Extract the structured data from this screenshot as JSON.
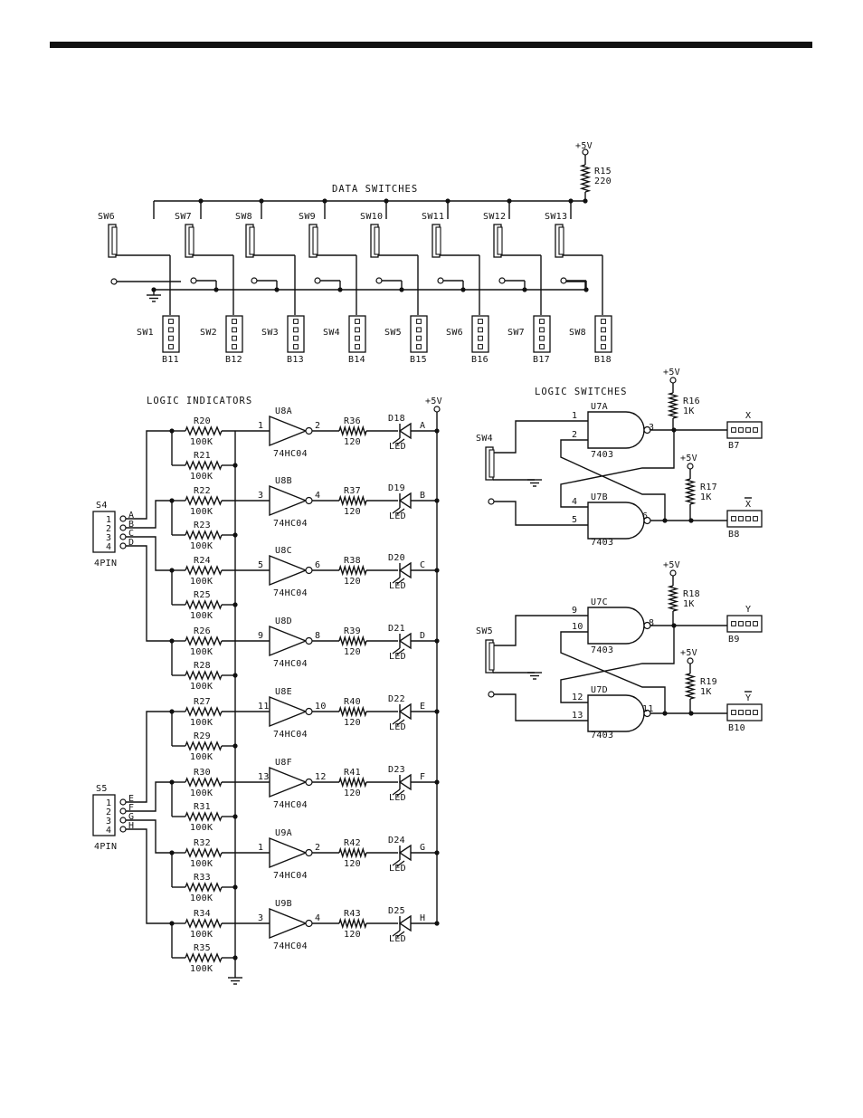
{
  "titles": {
    "data_switches": "DATA SWITCHES",
    "logic_indicators": "LOGIC INDICATORS",
    "logic_switches": "LOGIC SWITCHES"
  },
  "supply": "+5V",
  "data_switches": {
    "pullup": {
      "ref": "R15",
      "value": "220"
    },
    "top_switches": [
      "SW6",
      "SW7",
      "SW8",
      "SW9",
      "SW10",
      "SW11",
      "SW12",
      "SW13"
    ],
    "bottom_switches": [
      "SW1",
      "SW2",
      "SW3",
      "SW4",
      "SW5",
      "SW6",
      "SW7",
      "SW8"
    ],
    "connectors": [
      "B11",
      "B12",
      "B13",
      "B14",
      "B15",
      "B16",
      "B17",
      "B18"
    ]
  },
  "logic_indicators": {
    "headers": [
      {
        "ref": "S4",
        "type": "4PIN",
        "pins": [
          "1",
          "2",
          "3",
          "4"
        ],
        "signals": [
          "A",
          "B",
          "C",
          "D"
        ]
      },
      {
        "ref": "S5",
        "type": "4PIN",
        "pins": [
          "1",
          "2",
          "3",
          "4"
        ],
        "signals": [
          "E",
          "F",
          "G",
          "H"
        ]
      }
    ],
    "channels": [
      {
        "series_r": "R20",
        "pulldown_r": "R21",
        "gate": "U8A",
        "pin_in": "1",
        "pin_out": "2",
        "led_r": "R36",
        "led": "D18",
        "signal": "A"
      },
      {
        "series_r": "R22",
        "pulldown_r": "R23",
        "gate": "U8B",
        "pin_in": "3",
        "pin_out": "4",
        "led_r": "R37",
        "led": "D19",
        "signal": "B"
      },
      {
        "series_r": "R24",
        "pulldown_r": "R25",
        "gate": "U8C",
        "pin_in": "5",
        "pin_out": "6",
        "led_r": "R38",
        "led": "D20",
        "signal": "C"
      },
      {
        "series_r": "R26",
        "pulldown_r": "R28",
        "gate": "U8D",
        "pin_in": "9",
        "pin_out": "8",
        "led_r": "R39",
        "led": "D21",
        "signal": "D"
      },
      {
        "series_r": "R27",
        "pulldown_r": "R29",
        "gate": "U8E",
        "pin_in": "11",
        "pin_out": "10",
        "led_r": "R40",
        "led": "D22",
        "signal": "E"
      },
      {
        "series_r": "R30",
        "pulldown_r": "R31",
        "gate": "U8F",
        "pin_in": "13",
        "pin_out": "12",
        "led_r": "R41",
        "led": "D23",
        "signal": "F"
      },
      {
        "series_r": "R32",
        "pulldown_r": "R33",
        "gate": "U9A",
        "pin_in": "1",
        "pin_out": "2",
        "led_r": "R42",
        "led": "D24",
        "signal": "G"
      },
      {
        "series_r": "R34",
        "pulldown_r": "R35",
        "gate": "U9B",
        "pin_in": "3",
        "pin_out": "4",
        "led_r": "R43",
        "led": "D25",
        "signal": "H"
      }
    ],
    "r_value": "100K",
    "led_r_value": "120",
    "gate_part": "74HC04",
    "led_label": "LED"
  },
  "logic_switches": {
    "nand_part": "7403",
    "latches": [
      {
        "switch": "SW4",
        "gate_a": {
          "ref": "U7A",
          "in1": "1",
          "in2": "2",
          "out": "3"
        },
        "gate_b": {
          "ref": "U7B",
          "in1": "4",
          "in2": "5",
          "out": "6"
        },
        "pullup_a": {
          "ref": "R16",
          "value": "1K"
        },
        "pullup_b": {
          "ref": "R17",
          "value": "1K"
        },
        "conn_a": {
          "ref": "B7",
          "signal": "X"
        },
        "conn_b": {
          "ref": "B8",
          "signal": "X"
        }
      },
      {
        "switch": "SW5",
        "gate_a": {
          "ref": "U7C",
          "in1": "9",
          "in2": "10",
          "out": "8"
        },
        "gate_b": {
          "ref": "U7D",
          "in1": "12",
          "in2": "13",
          "out": "11"
        },
        "pullup_a": {
          "ref": "R18",
          "value": "1K"
        },
        "pullup_b": {
          "ref": "R19",
          "value": "1K"
        },
        "conn_a": {
          "ref": "B9",
          "signal": "Y"
        },
        "conn_b": {
          "ref": "B10",
          "signal": "Y"
        }
      }
    ]
  }
}
